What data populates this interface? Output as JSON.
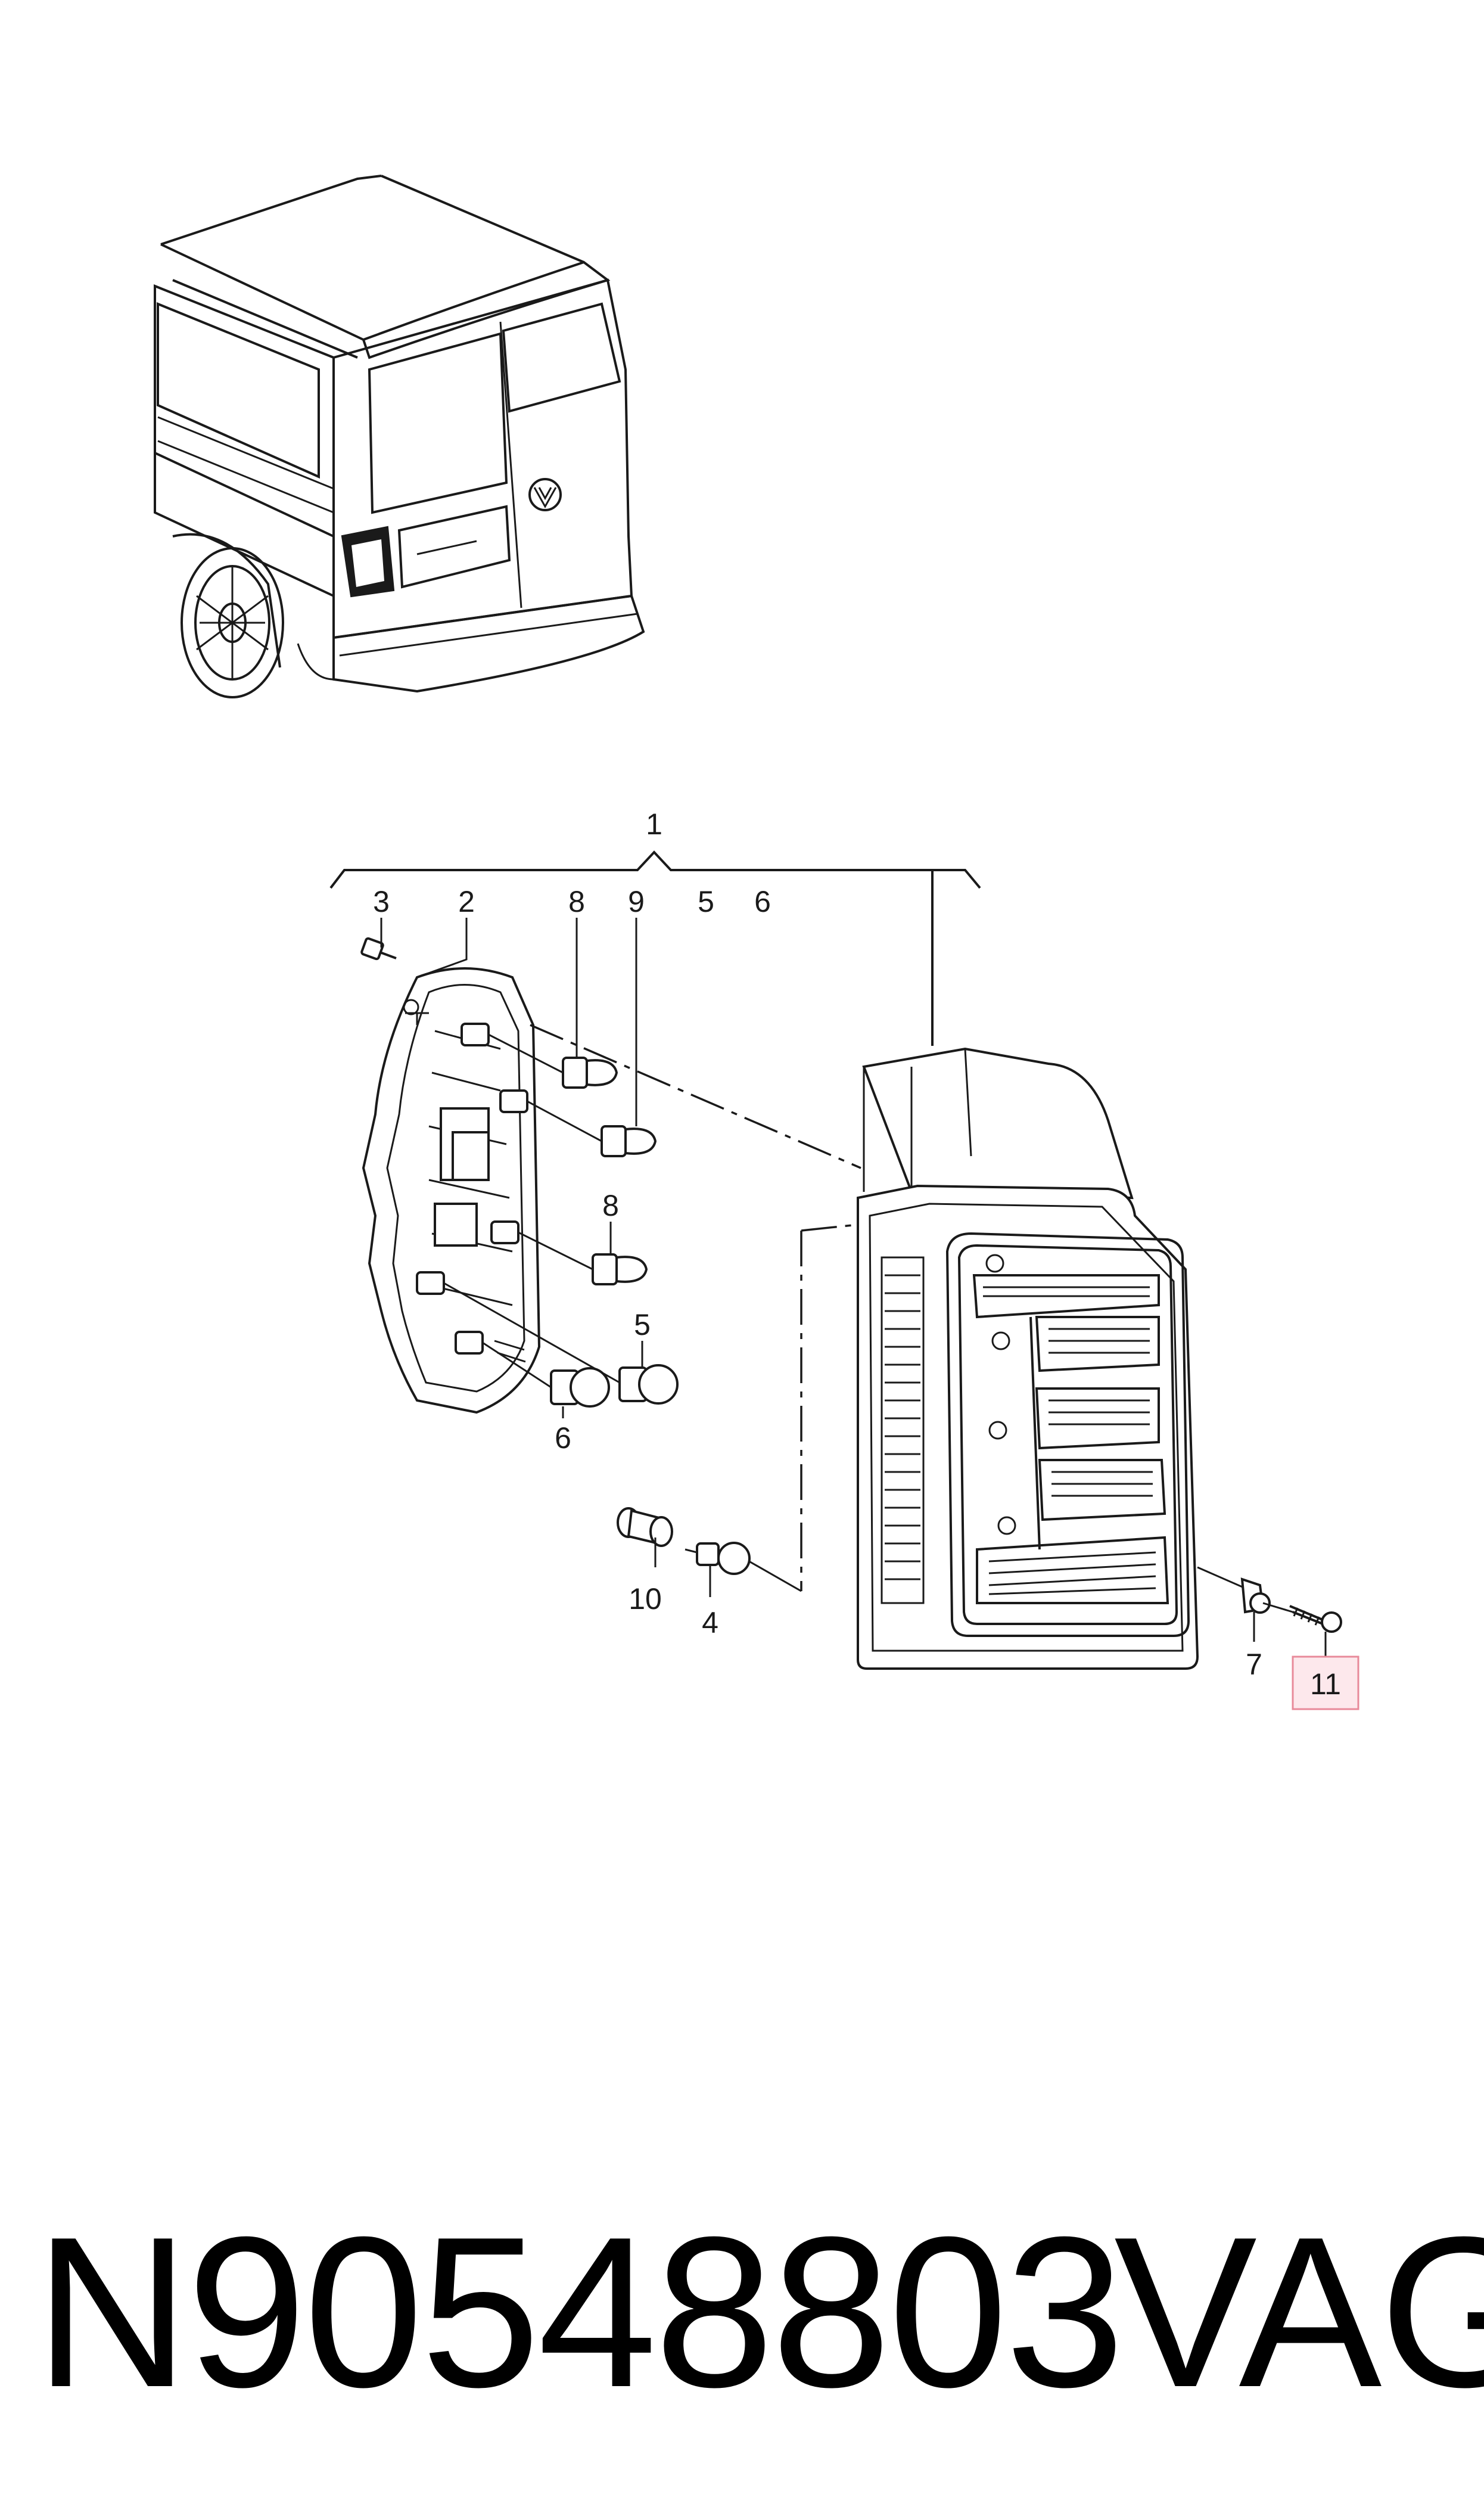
{
  "callouts": {
    "c1": "1",
    "c2": "2",
    "c3": "3",
    "c4": "4",
    "c5a": "5",
    "c5b": "5",
    "c6a": "6",
    "c6b": "6",
    "c7": "7",
    "c8a": "8",
    "c8b": "8",
    "c9": "9",
    "c10": "10",
    "c11": "11"
  },
  "highlighted_callout": "11",
  "footer": {
    "part_number": "N90548803",
    "brand": "VAG"
  }
}
